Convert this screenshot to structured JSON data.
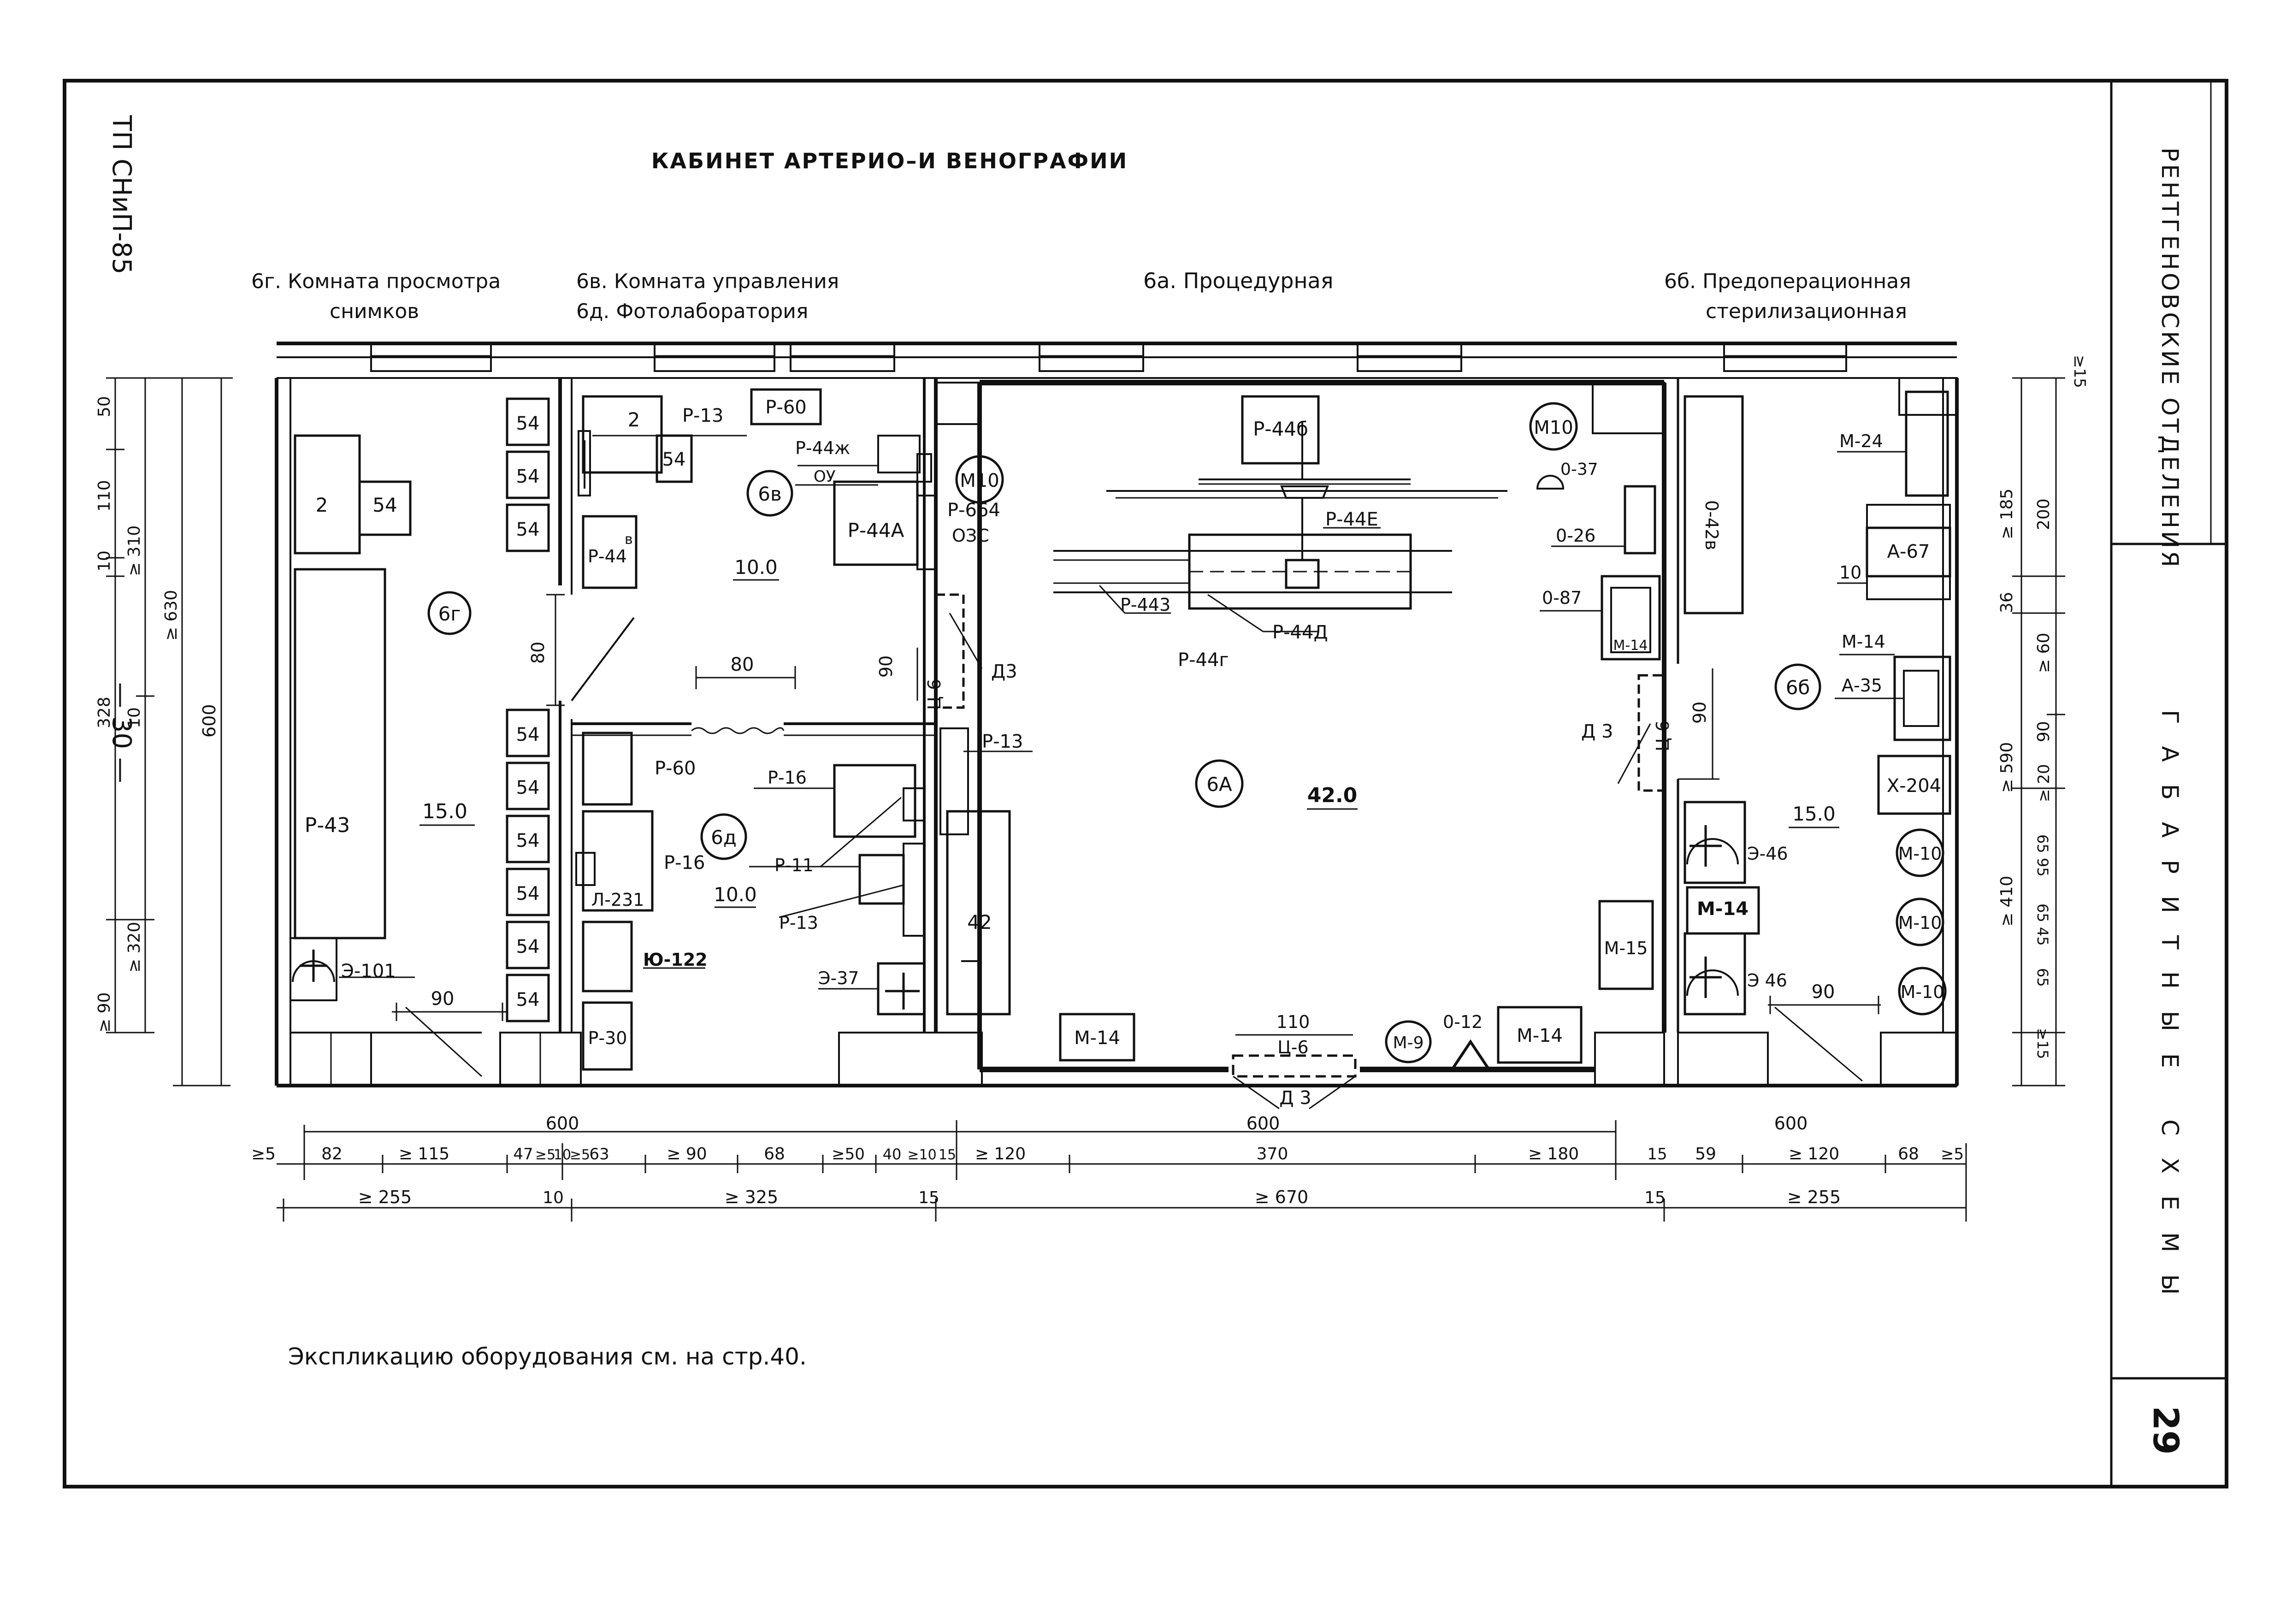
{
  "header": {
    "title": "КАБИНЕТ АРТЕРИО–И ВЕНОГРАФИИ",
    "side_code": "ТП СНиП-85",
    "side_num": "— 30 —"
  },
  "stamp": {
    "section": "РЕНТГЕНОВСКИЕ ОТДЕЛЕНИЯ",
    "subject": "ГАБАРИТНЫЕ СХЕМЫ",
    "page": "29"
  },
  "rooms": {
    "g_line1": "6г. Комната просмотра",
    "g_line2": "снимков",
    "v_line1": "6в. Комната управления",
    "v_line2": "6д. Фотолаборатория",
    "a_line1": "6а. Процедурная",
    "b_line1": "6б. Предоперационная",
    "b_line2": "стерилизационная"
  },
  "room_marks": {
    "g": "6г",
    "v": "6в",
    "d": "6д",
    "a": "6А",
    "b": "6б"
  },
  "areas": {
    "g": "15.0",
    "v": "10.0",
    "d": "10.0",
    "a": "42.0",
    "b": "15.0"
  },
  "equipment": {
    "e2a": "2",
    "e54a": "54",
    "p43": "Р-43",
    "e101": "Э-101",
    "s54": [
      "54",
      "54",
      "54",
      "54",
      "54",
      "54",
      "54",
      "54",
      "54"
    ],
    "e2b": "2",
    "e54b": "54",
    "p44v": "Р-44",
    "p44v_sup": "в",
    "p13a": "Р-13",
    "p60a": "Р-60",
    "p44zh": "Р-44ж",
    "ou": "ОУ",
    "p44a": "Р-44А",
    "p664": "Р-664",
    "ozs": "ОЗС",
    "p60b": "Р-60",
    "p16a": "Р-16",
    "l231": "Л-231",
    "yu122": "Ю-122",
    "p30": "Р-30",
    "p16b": "Р-16",
    "p11": "Р-11",
    "p13b": "Р-13",
    "e37": "Э-37",
    "p13c": "Р-13",
    "e42": "42",
    "p44b": "Р-44б",
    "p44e": "Р-44Е",
    "p443": "Р-443",
    "p44d": "Р-44Д",
    "p44g": "Р-44г",
    "m14a": "М-14",
    "m14b": "М-14",
    "m9": "М-9",
    "o12": "0-12",
    "c6c": "Ц-6",
    "d3c": "Д 3",
    "m10a": "М10",
    "m10b": "М10",
    "o37": "0-37",
    "o26": "0-26",
    "o87": "0-87",
    "m14c": "М-14",
    "c6a": "Ц-6",
    "d3a": "Д3",
    "c6b": "Ц-6",
    "d3b": "Д 3",
    "m15": "М-15",
    "e46a": "Э-46",
    "m14d": "М-14",
    "e46b": "Э 46",
    "o42v": "0-42в",
    "m24": "М-24",
    "a67": "А-67",
    "e10": "10",
    "m14e": "М-14",
    "a35": "А-35",
    "x204": "Х-204",
    "m10c": "М-10",
    "m10d": "М-10",
    "m10e": "М-10"
  },
  "dims": {
    "d80a": "80",
    "d80b": "80",
    "d90a": "90",
    "d90b": "90",
    "d90c": "90",
    "d90d": "90",
    "d110": "110",
    "d600a": "600",
    "d600b": "600",
    "d600c": "600",
    "left": [
      "50",
      "110",
      "10",
      "328",
      "10",
      "≥ 320",
      "≥ 90",
      "≥ 310",
      "≥ 630",
      "600"
    ],
    "right": [
      "≥15",
      "≥ 185",
      "200",
      "36",
      "≥ 60",
      "90",
      "≥ 590",
      "≥ 20",
      "≥ 410",
      "65 95",
      "65 45",
      "65",
      "≥15"
    ],
    "row1": [
      "≥5",
      "82",
      "≥ 115",
      "47",
      "≥5",
      "10",
      "≥5",
      "63",
      "≥ 90",
      "68",
      "≥50",
      "40",
      "≥10",
      "15",
      "≥ 120",
      "370",
      "≥ 180",
      "15",
      "59",
      "≥ 120",
      "68",
      "≥5"
    ],
    "row2": [
      "≥ 255",
      "10",
      "≥ 325",
      "15",
      "≥ 670",
      "15",
      "≥ 255"
    ]
  },
  "note": "Экспликацию оборудования см. на стр.40."
}
